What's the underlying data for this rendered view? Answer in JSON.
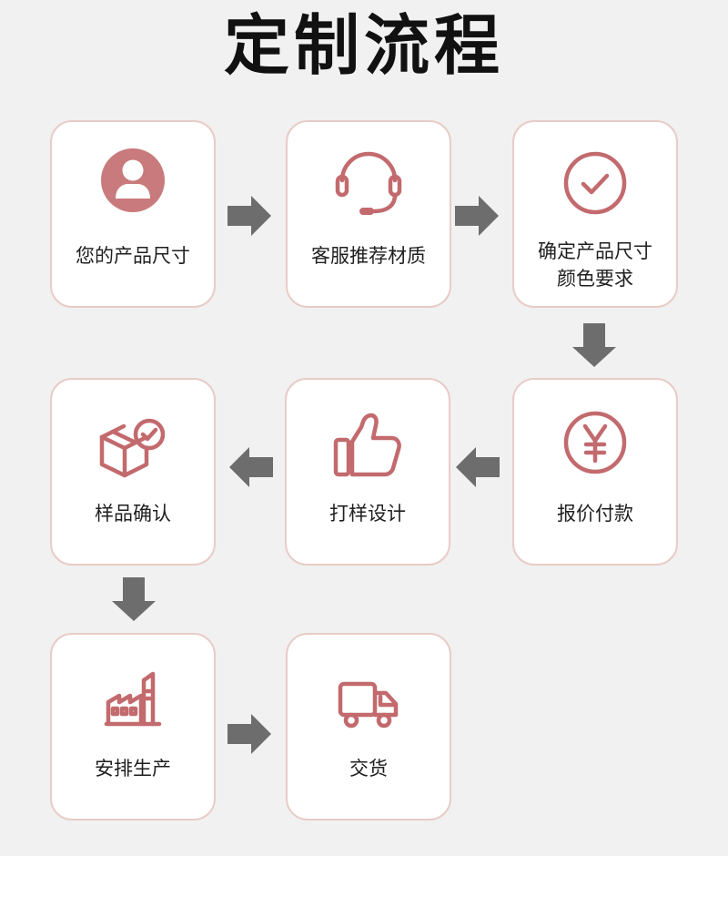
{
  "title": "定制流程",
  "colors": {
    "background": "#f1f1f1",
    "card_border": "#e8ccc6",
    "accent": "#c26a6d",
    "accent_fill": "#c87a7c",
    "arrow": "#6d6d6d",
    "text": "#1f1f1f"
  },
  "steps": [
    {
      "icon": "user-icon",
      "lines": [
        "您的产品尺寸"
      ]
    },
    {
      "icon": "headset-icon",
      "lines": [
        "客服推荐材质"
      ]
    },
    {
      "icon": "check-circle-icon",
      "lines": [
        "确定产品尺寸",
        "颜色要求"
      ]
    },
    {
      "icon": "yen-icon",
      "lines": [
        "报价付款"
      ]
    },
    {
      "icon": "thumbs-up-icon",
      "lines": [
        "打样设计"
      ]
    },
    {
      "icon": "package-check-icon",
      "lines": [
        "样品确认"
      ]
    },
    {
      "icon": "factory-icon",
      "lines": [
        "安排生产"
      ]
    },
    {
      "icon": "truck-icon",
      "lines": [
        "交货"
      ]
    }
  ]
}
